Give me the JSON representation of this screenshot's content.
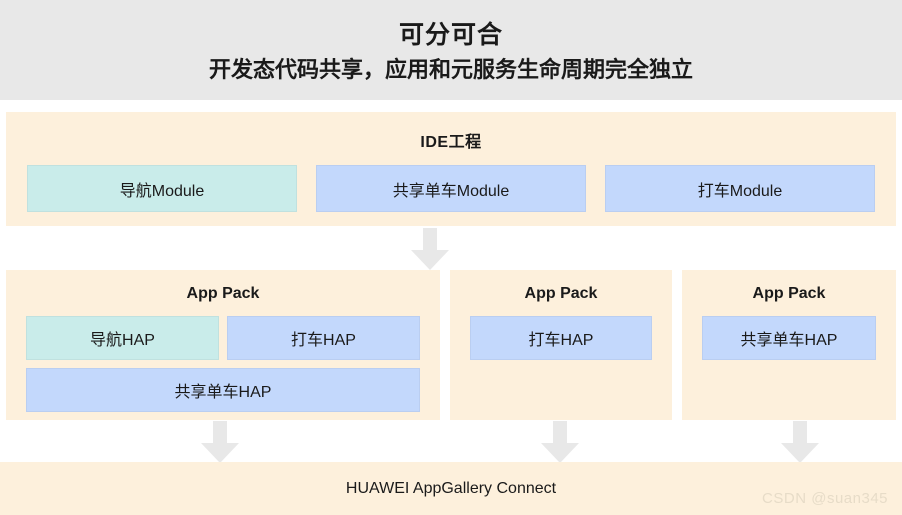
{
  "header": {
    "title": "可分可合",
    "subtitle": "开发态代码共享，应用和元服务生命周期完全独立"
  },
  "ide_section": {
    "title": "IDE工程",
    "modules": [
      {
        "label": "导航Module",
        "color": "#c9ecea"
      },
      {
        "label": "共享单车Module",
        "color": "#c3d8fc"
      },
      {
        "label": "打车Module",
        "color": "#c3d8fc"
      }
    ]
  },
  "app_packs": [
    {
      "title": "App Pack",
      "haps_top": [
        {
          "label": "导航HAP",
          "color": "#c9ecea"
        },
        {
          "label": "打车HAP",
          "color": "#c3d8fc"
        }
      ],
      "haps_bottom": [
        {
          "label": "共享单车HAP",
          "color": "#c3d8fc"
        }
      ]
    },
    {
      "title": "App Pack",
      "haps_top": [
        {
          "label": "打车HAP",
          "color": "#c3d8fc"
        }
      ],
      "haps_bottom": []
    },
    {
      "title": "App Pack",
      "haps_top": [
        {
          "label": "共享单车HAP",
          "color": "#c3d8fc"
        }
      ],
      "haps_bottom": []
    }
  ],
  "arrows": {
    "icon": "arrow-down-icon",
    "color": "#e8e8e8",
    "count_top": 1,
    "count_bottom": 3
  },
  "bottom_bar": {
    "label": "HUAWEI AppGallery Connect"
  },
  "watermark": {
    "text": "CSDN @suan345"
  },
  "colors": {
    "header_bg": "#e8e8e8",
    "panel_bg": "#fdf0dc",
    "mint": "#c9ecea",
    "blue": "#c3d8fc",
    "page_bg": "#ffffff",
    "text": "#1a1a1a"
  }
}
